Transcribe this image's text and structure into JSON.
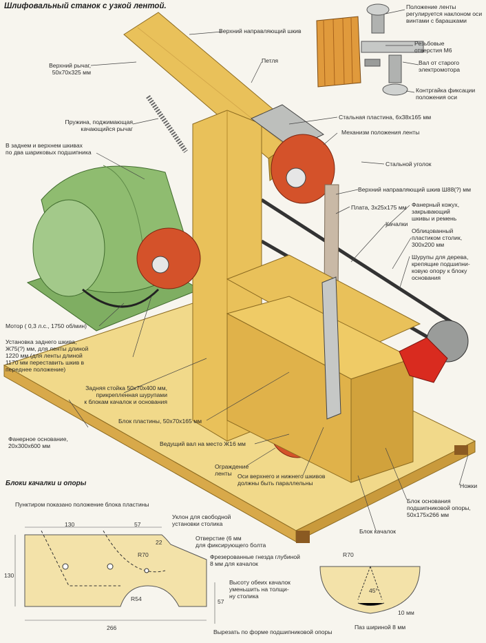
{
  "title": "Шлифовальный станок с узкой лентой.",
  "section_title": "Блоки качалки и опоры",
  "labels": {
    "top_pulley": "Верхний направляющий шкив",
    "angle_note": "Положение ленты\nрегулируется наклоном оси\nвинтами с барашками",
    "threaded_holes": "Резьбовые\nотверстия М6",
    "old_motor_shaft": "Вал от старого\nэлектромотора",
    "locknut": "Контргайка фиксации\nположения оси",
    "upper_lever": "Верхний рычаг,\n50х70х325 мм",
    "loop": "Петля",
    "spring": "Пружина, поджимающая\nкачающийся рычаг",
    "steel_plate": "Стальная пластина, 6х38х165 мм",
    "belt_mech": "Механизм положения ленты",
    "bearings": "В заднем и верхнем шкивах\nпо два шариковых подшипника",
    "steel_angle": "Стальной уголок",
    "upper_pulley_dia": "Верхний направляющий шкив Ш88(?) мм",
    "plate": "Плата, 3х25х175 мм",
    "plywood_cover": "Фанерный кожух,\nзакрывающий\nшкивы и ремень",
    "rockers": "Качалки",
    "table": "Облицованный\nпластиком столик,\n300х200 мм",
    "screws": "Шурупы для дерева,\nкрепящие подшипни-\nковую опору к блоку\nоснования",
    "motor": "Мотор ( 0,3 л.с., 1750 об/мин)",
    "rear_pulley": "Установка заднего шкива,\nЖ75(?) мм, для ленты длиной\n1220 мм (для ленты длиной\n1170 мм переставить шкив в\nпереднее положение)",
    "rear_post": "Задняя стойка 50х70х400 мм,\nприкрепленная шурупами\nк блокам качалок и основания",
    "plate_block": "Блок пластины, 50х70х165 мм",
    "plywood_base": "Фанерное основание,\n20х300х600 мм",
    "drive_shaft": "Ведущий вал на место Ж16 мм",
    "belt_guard": "Ограждение\nленты",
    "axes_parallel": "Оси верхнего и нижнего шкивов\nдолжны быть параллельны",
    "legs": "Ножки",
    "base_block": "Блок основания\nподшипниковой опоры,\n50х175х266 мм",
    "rocker_block": "Блок качалок",
    "dashed_note": "Пунктиром показано положение блока пластины",
    "slope": "Уклон для свободной\nустановки столика",
    "hole": "Отверстие (6 мм\nдля фиксирующего болта",
    "milled": "Фрезерованные гнезда глубиной\n8 мм для качалок",
    "height_note": "Высоту обеих качалок\nуменьшить на толщи-\nну столика",
    "cutout": "Вырезать по форме подшипниковой опоры",
    "slot": "Паз шириной 8 мм"
  },
  "dimensions": {
    "d130_top": "130",
    "d57_top": "57",
    "d22": "22",
    "dR70_a": "R70",
    "d130_side": "130",
    "dR54": "R54",
    "d57_side": "57",
    "d266": "266",
    "dR70_b": "R70",
    "d45": "45°",
    "d10": "10 мм"
  },
  "colors": {
    "wood": "#e9c15a",
    "wood_dark": "#c79a34",
    "motor": "#7fae62",
    "pulley": "#d4522a",
    "steel": "#b7b9b6",
    "paper": "#f7f5ee",
    "line": "#3a3a3a"
  }
}
